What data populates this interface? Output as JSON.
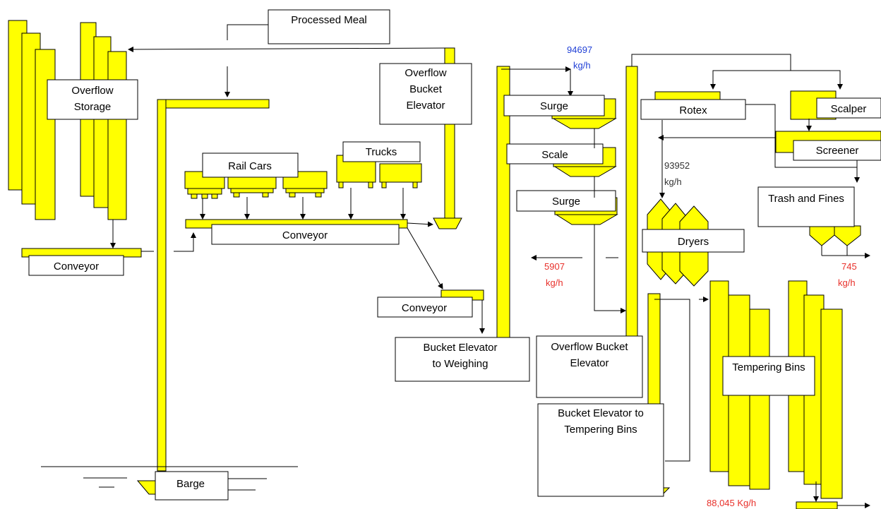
{
  "labels": {
    "processed_meal": "Processed Meal",
    "overflow_storage_1": "Overflow",
    "overflow_storage_2": "Storage",
    "conveyor_left": "Conveyor",
    "barge": "Barge",
    "rail_cars": "Rail Cars",
    "trucks": "Trucks",
    "conveyor_center": "Conveyor",
    "overflow_bucket_elevator_1": "Overflow",
    "overflow_bucket_elevator_2": "Bucket",
    "overflow_bucket_elevator_3": "Elevator",
    "conveyor_lower": "Conveyor",
    "bucket_elevator_weighing_1": "Bucket Elevator",
    "bucket_elevator_weighing_2": "to Weighing",
    "surge_top": "Surge",
    "scale": "Scale",
    "surge_bottom": "Surge",
    "overflow_bucket_elevator2_1": "Overflow Bucket",
    "overflow_bucket_elevator2_2": "Elevator",
    "bucket_elevator_tempering_1": "Bucket Elevator to",
    "bucket_elevator_tempering_2": "Tempering Bins",
    "rotex": "Rotex",
    "scalper": "Scalper",
    "screener": "Screener",
    "trash_and_fines": "Trash and Fines",
    "dryers": "Dryers",
    "tempering_bins": "Tempering Bins"
  },
  "flows": {
    "inflow_value": "94697",
    "inflow_unit": "kg/h",
    "dryer_flow_value": "93952",
    "dryer_flow_unit": "kg/h",
    "loss_value": "5907",
    "loss_unit": "kg/h",
    "trash_value": "745",
    "trash_unit": "kg/h",
    "output": "88,045  Kg/h"
  },
  "colors": {
    "equipment": "#ffff00",
    "inflow_text": "#1f3fd6",
    "loss_text": "#e8302a"
  }
}
